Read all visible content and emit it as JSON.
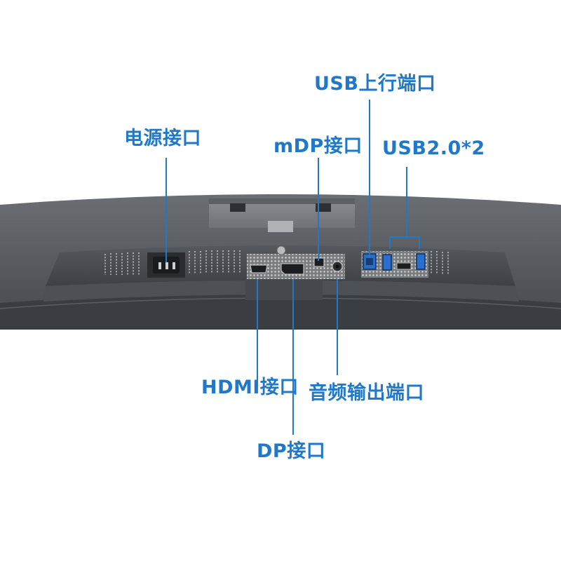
{
  "labels": {
    "power": "电源接口",
    "mdp": "mDP接口",
    "usb_up": "USB上行端口",
    "usb2": "USB2.0*2",
    "hdmi": "HDMI接口",
    "audio": "音频输出端口",
    "dp": "DP接口"
  },
  "colors": {
    "accent": "#1f78c8",
    "bezel": "#4a4d51",
    "panel": "#5f6266"
  }
}
